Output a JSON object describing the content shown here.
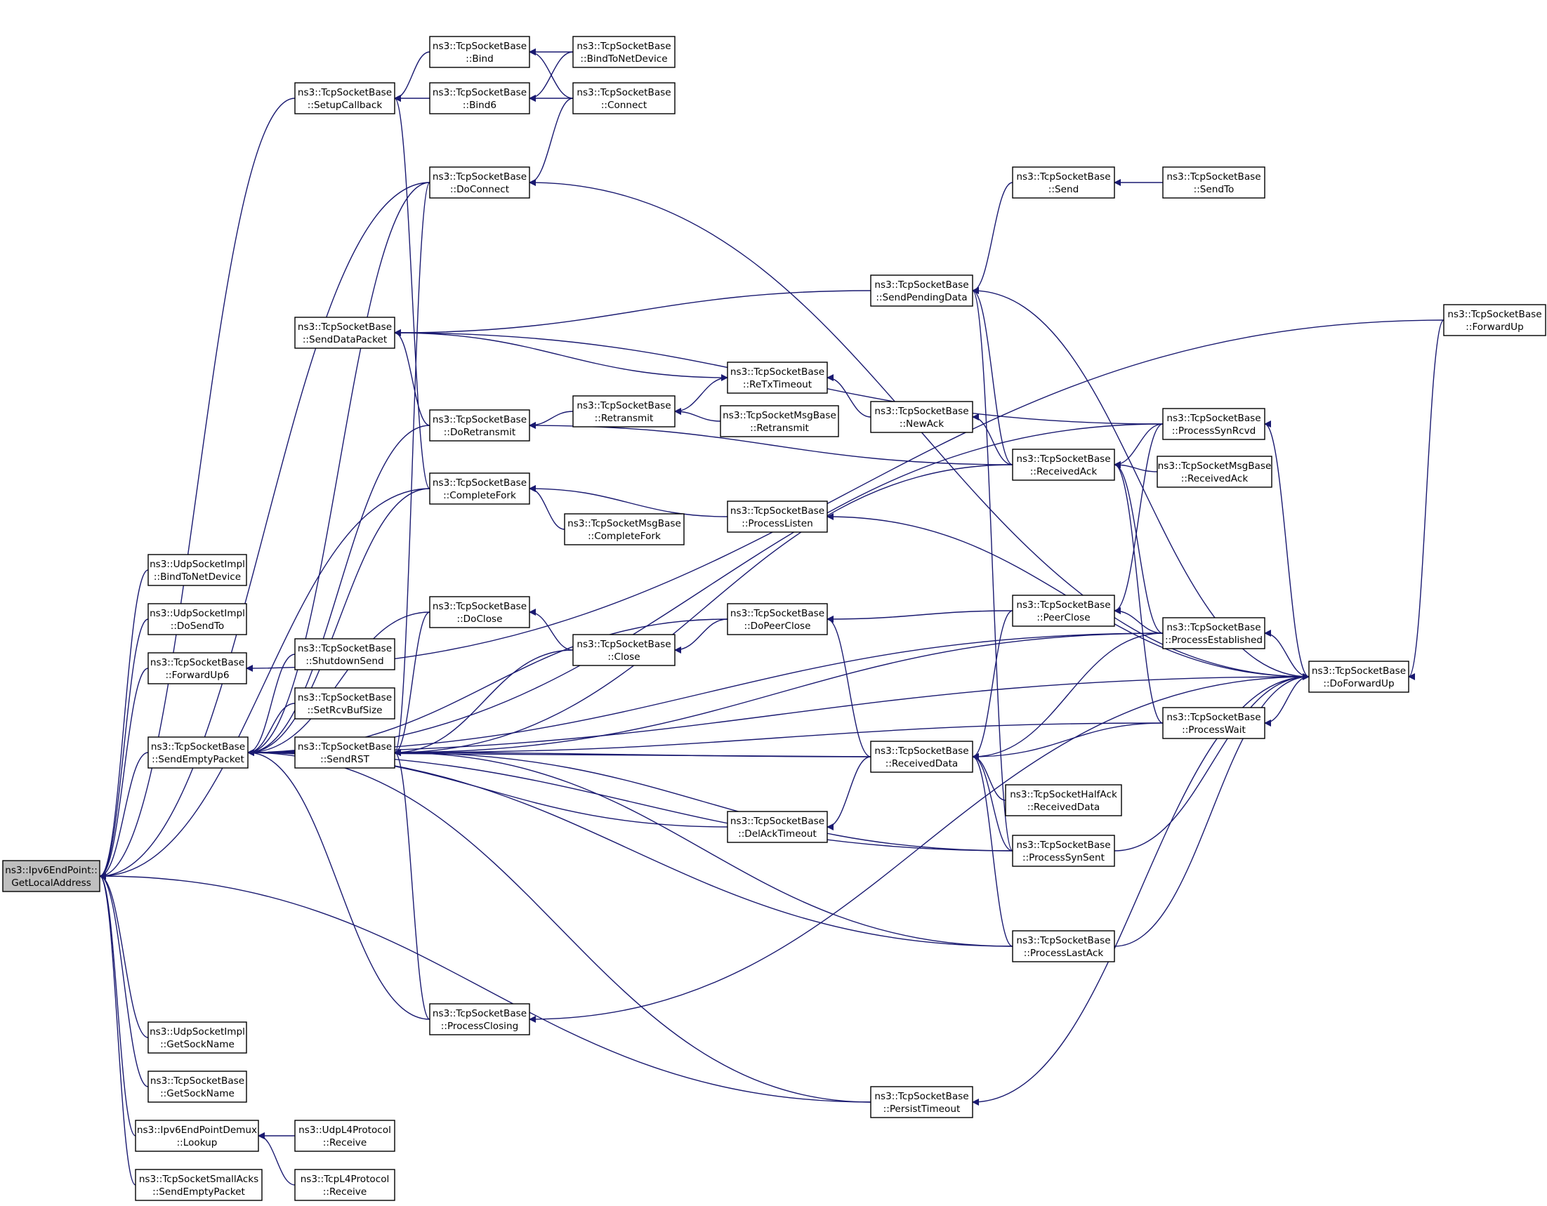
{
  "diagram": {
    "type": "doxygen-caller-graph",
    "colors": {
      "edge": "#191970",
      "node_border": "#000000",
      "root_fill": "#bfbfbf",
      "node_fill": "#ffffff"
    },
    "nodes": [
      {
        "id": "root",
        "root": true,
        "lines": [
          "ns3::Ipv6EndPoint::",
          "GetLocalAddress"
        ]
      },
      {
        "id": "udpBind",
        "lines": [
          "ns3::UdpSocketImpl",
          "::BindToNetDevice"
        ]
      },
      {
        "id": "udpDoSendTo",
        "lines": [
          "ns3::UdpSocketImpl",
          "::DoSendTo"
        ]
      },
      {
        "id": "fwdUp6",
        "lines": [
          "ns3::TcpSocketBase",
          "::ForwardUp6"
        ]
      },
      {
        "id": "sendEmpty",
        "lines": [
          "ns3::TcpSocketBase",
          "::SendEmptyPacket"
        ]
      },
      {
        "id": "udpGetSock",
        "lines": [
          "ns3::UdpSocketImpl",
          "::GetSockName"
        ]
      },
      {
        "id": "tcpGetSock",
        "lines": [
          "ns3::TcpSocketBase",
          "::GetSockName"
        ]
      },
      {
        "id": "demuxLookup",
        "lines": [
          "ns3::Ipv6EndPointDemux",
          "::Lookup"
        ]
      },
      {
        "id": "smallAcks",
        "lines": [
          "ns3::TcpSocketSmallAcks",
          "::SendEmptyPacket"
        ]
      },
      {
        "id": "setupCb",
        "lines": [
          "ns3::TcpSocketBase",
          "::SetupCallback"
        ]
      },
      {
        "id": "sendData",
        "lines": [
          "ns3::TcpSocketBase",
          "::SendDataPacket"
        ]
      },
      {
        "id": "shutdown",
        "lines": [
          "ns3::TcpSocketBase",
          "::ShutdownSend"
        ]
      },
      {
        "id": "setRcv",
        "lines": [
          "ns3::TcpSocketBase",
          "::SetRcvBufSize"
        ]
      },
      {
        "id": "sendRST",
        "lines": [
          "ns3::TcpSocketBase",
          "::SendRST"
        ]
      },
      {
        "id": "udpRecv",
        "lines": [
          "ns3::UdpL4Protocol",
          "::Receive"
        ]
      },
      {
        "id": "tcpRecv",
        "lines": [
          "ns3::TcpL4Protocol",
          "::Receive"
        ]
      },
      {
        "id": "bind",
        "lines": [
          "ns3::TcpSocketBase",
          "::Bind"
        ]
      },
      {
        "id": "bind6",
        "lines": [
          "ns3::TcpSocketBase",
          "::Bind6"
        ]
      },
      {
        "id": "doConnect",
        "lines": [
          "ns3::TcpSocketBase",
          "::DoConnect"
        ]
      },
      {
        "id": "doRetx",
        "lines": [
          "ns3::TcpSocketBase",
          "::DoRetransmit"
        ]
      },
      {
        "id": "compFork",
        "lines": [
          "ns3::TcpSocketBase",
          "::CompleteFork"
        ]
      },
      {
        "id": "doClose",
        "lines": [
          "ns3::TcpSocketBase",
          "::DoClose"
        ]
      },
      {
        "id": "procClosing",
        "lines": [
          "ns3::TcpSocketBase",
          "::ProcessClosing"
        ]
      },
      {
        "id": "bindNet",
        "lines": [
          "ns3::TcpSocketBase",
          "::BindToNetDevice"
        ]
      },
      {
        "id": "connect",
        "lines": [
          "ns3::TcpSocketBase",
          "::Connect"
        ]
      },
      {
        "id": "retx",
        "lines": [
          "ns3::TcpSocketBase",
          "::Retransmit"
        ]
      },
      {
        "id": "msgCompFork",
        "lines": [
          "ns3::TcpSocketMsgBase",
          "::CompleteFork"
        ]
      },
      {
        "id": "close",
        "lines": [
          "ns3::TcpSocketBase",
          "::Close"
        ]
      },
      {
        "id": "reTxTimeout",
        "lines": [
          "ns3::TcpSocketBase",
          "::ReTxTimeout"
        ]
      },
      {
        "id": "msgRetx",
        "lines": [
          "ns3::TcpSocketMsgBase",
          "::Retransmit"
        ]
      },
      {
        "id": "procListen",
        "lines": [
          "ns3::TcpSocketBase",
          "::ProcessListen"
        ]
      },
      {
        "id": "doPeerClose",
        "lines": [
          "ns3::TcpSocketBase",
          "::DoPeerClose"
        ]
      },
      {
        "id": "delAck",
        "lines": [
          "ns3::TcpSocketBase",
          "::DelAckTimeout"
        ]
      },
      {
        "id": "sendPending",
        "lines": [
          "ns3::TcpSocketBase",
          "::SendPendingData"
        ]
      },
      {
        "id": "newAck",
        "lines": [
          "ns3::TcpSocketBase",
          "::NewAck"
        ]
      },
      {
        "id": "recvData",
        "lines": [
          "ns3::TcpSocketBase",
          "::ReceivedData"
        ]
      },
      {
        "id": "persist",
        "lines": [
          "ns3::TcpSocketBase",
          "::PersistTimeout"
        ]
      },
      {
        "id": "send",
        "lines": [
          "ns3::TcpSocketBase",
          "::Send"
        ]
      },
      {
        "id": "recvAck",
        "lines": [
          "ns3::TcpSocketBase",
          "::ReceivedAck"
        ]
      },
      {
        "id": "peerClose",
        "lines": [
          "ns3::TcpSocketBase",
          "::PeerClose"
        ]
      },
      {
        "id": "halfAckRecv",
        "lines": [
          "ns3::TcpSocketHalfAck",
          "::ReceivedData"
        ]
      },
      {
        "id": "procSynSent",
        "lines": [
          "ns3::TcpSocketBase",
          "::ProcessSynSent"
        ]
      },
      {
        "id": "procLastAck",
        "lines": [
          "ns3::TcpSocketBase",
          "::ProcessLastAck"
        ]
      },
      {
        "id": "sendTo",
        "lines": [
          "ns3::TcpSocketBase",
          "::SendTo"
        ]
      },
      {
        "id": "procSynRcvd",
        "lines": [
          "ns3::TcpSocketBase",
          "::ProcessSynRcvd"
        ]
      },
      {
        "id": "msgRecvAck",
        "lines": [
          "ns3::TcpSocketMsgBase",
          "::ReceivedAck"
        ]
      },
      {
        "id": "procEst",
        "lines": [
          "ns3::TcpSocketBase",
          "::ProcessEstablished"
        ]
      },
      {
        "id": "procWait",
        "lines": [
          "ns3::TcpSocketBase",
          "::ProcessWait"
        ]
      },
      {
        "id": "fwdUp",
        "lines": [
          "ns3::TcpSocketBase",
          "::ForwardUp"
        ]
      },
      {
        "id": "doFwdUp",
        "lines": [
          "ns3::TcpSocketBase",
          "::DoForwardUp"
        ]
      }
    ],
    "edges": [
      {
        "from": "udpBind",
        "to": "root"
      },
      {
        "from": "udpDoSendTo",
        "to": "root"
      },
      {
        "from": "fwdUp6",
        "to": "root"
      },
      {
        "from": "sendEmpty",
        "to": "root"
      },
      {
        "from": "udpGetSock",
        "to": "root"
      },
      {
        "from": "tcpGetSock",
        "to": "root"
      },
      {
        "from": "demuxLookup",
        "to": "root"
      },
      {
        "from": "smallAcks",
        "to": "root"
      },
      {
        "from": "setupCb",
        "to": "root"
      },
      {
        "from": "doConnect",
        "to": "root"
      },
      {
        "from": "compFork",
        "to": "root"
      },
      {
        "from": "persist",
        "to": "root"
      },
      {
        "from": "udpRecv",
        "to": "demuxLookup"
      },
      {
        "from": "tcpRecv",
        "to": "demuxLookup"
      },
      {
        "from": "bind",
        "to": "setupCb"
      },
      {
        "from": "bind6",
        "to": "setupCb"
      },
      {
        "from": "compFork",
        "to": "setupCb"
      },
      {
        "from": "fwdUp",
        "to": "fwdUp6"
      },
      {
        "from": "shutdown",
        "to": "sendEmpty"
      },
      {
        "from": "setRcv",
        "to": "sendEmpty"
      },
      {
        "from": "sendRST",
        "to": "sendEmpty"
      },
      {
        "from": "doConnect",
        "to": "sendEmpty"
      },
      {
        "from": "doRetx",
        "to": "sendEmpty"
      },
      {
        "from": "compFork",
        "to": "sendEmpty"
      },
      {
        "from": "doClose",
        "to": "sendEmpty"
      },
      {
        "from": "procClosing",
        "to": "sendEmpty"
      },
      {
        "from": "doPeerClose",
        "to": "sendEmpty"
      },
      {
        "from": "delAck",
        "to": "sendEmpty"
      },
      {
        "from": "recvData",
        "to": "sendEmpty"
      },
      {
        "from": "procSynRcvd",
        "to": "sendEmpty"
      },
      {
        "from": "procEst",
        "to": "sendEmpty"
      },
      {
        "from": "procSynSent",
        "to": "sendEmpty"
      },
      {
        "from": "procLastAck",
        "to": "sendEmpty"
      },
      {
        "from": "doFwdUp",
        "to": "sendEmpty"
      },
      {
        "from": "persist",
        "to": "sendEmpty"
      },
      {
        "from": "doRetx",
        "to": "sendData"
      },
      {
        "from": "sendPending",
        "to": "sendData"
      },
      {
        "from": "procSynRcvd",
        "to": "sendData"
      },
      {
        "from": "sendData",
        "to": "reTxTimeout"
      },
      {
        "from": "doConnect",
        "to": "sendRST"
      },
      {
        "from": "doClose",
        "to": "sendRST"
      },
      {
        "from": "close",
        "to": "sendRST"
      },
      {
        "from": "procClosing",
        "to": "sendRST"
      },
      {
        "from": "recvAck",
        "to": "sendRST"
      },
      {
        "from": "recvData",
        "to": "sendRST"
      },
      {
        "from": "procEst",
        "to": "sendRST"
      },
      {
        "from": "procWait",
        "to": "sendRST"
      },
      {
        "from": "procSynSent",
        "to": "sendRST"
      },
      {
        "from": "procLastAck",
        "to": "sendRST"
      },
      {
        "from": "bindNet",
        "to": "bind"
      },
      {
        "from": "connect",
        "to": "bind"
      },
      {
        "from": "bindNet",
        "to": "bind6"
      },
      {
        "from": "connect",
        "to": "bind6"
      },
      {
        "from": "connect",
        "to": "doConnect"
      },
      {
        "from": "retx",
        "to": "doRetx"
      },
      {
        "from": "recvAck",
        "to": "doRetx"
      },
      {
        "from": "msgCompFork",
        "to": "compFork"
      },
      {
        "from": "procListen",
        "to": "compFork"
      },
      {
        "from": "close",
        "to": "doClose"
      },
      {
        "from": "doFwdUp",
        "to": "procClosing"
      },
      {
        "from": "reTxTimeout",
        "to": "retx"
      },
      {
        "from": "msgRetx",
        "to": "retx"
      },
      {
        "from": "doPeerClose",
        "to": "close"
      },
      {
        "from": "newAck",
        "to": "reTxTimeout"
      },
      {
        "from": "doFwdUp",
        "to": "procListen"
      },
      {
        "from": "peerClose",
        "to": "doPeerClose"
      },
      {
        "from": "recvData",
        "to": "doPeerClose"
      },
      {
        "from": "recvData",
        "to": "delAck"
      },
      {
        "from": "send",
        "to": "sendPending"
      },
      {
        "from": "recvAck",
        "to": "sendPending"
      },
      {
        "from": "procSynSent",
        "to": "sendPending"
      },
      {
        "from": "doFwdUp",
        "to": "sendPending"
      },
      {
        "from": "recvAck",
        "to": "newAck"
      },
      {
        "from": "halfAckRecv",
        "to": "recvData"
      },
      {
        "from": "procSynSent",
        "to": "recvData"
      },
      {
        "from": "procLastAck",
        "to": "recvData"
      },
      {
        "from": "procEst",
        "to": "recvData"
      },
      {
        "from": "procWait",
        "to": "recvData"
      },
      {
        "from": "peerClose",
        "to": "recvData"
      },
      {
        "from": "doFwdUp",
        "to": "persist"
      },
      {
        "from": "sendTo",
        "to": "send"
      },
      {
        "from": "procSynRcvd",
        "to": "recvAck"
      },
      {
        "from": "msgRecvAck",
        "to": "recvAck"
      },
      {
        "from": "procEst",
        "to": "recvAck"
      },
      {
        "from": "procWait",
        "to": "recvAck"
      },
      {
        "from": "procSynRcvd",
        "to": "peerClose"
      },
      {
        "from": "procEst",
        "to": "peerClose"
      },
      {
        "from": "procSynSent",
        "to": "doFwdUp"
      },
      {
        "from": "procLastAck",
        "to": "doFwdUp"
      },
      {
        "from": "doFwdUp",
        "to": "procSynRcvd"
      },
      {
        "from": "doFwdUp",
        "to": "procEst"
      },
      {
        "from": "doFwdUp",
        "to": "procWait"
      },
      {
        "from": "fwdUp",
        "to": "doFwdUp"
      },
      {
        "from": "doFwdUp",
        "to": "doConnect"
      }
    ]
  }
}
